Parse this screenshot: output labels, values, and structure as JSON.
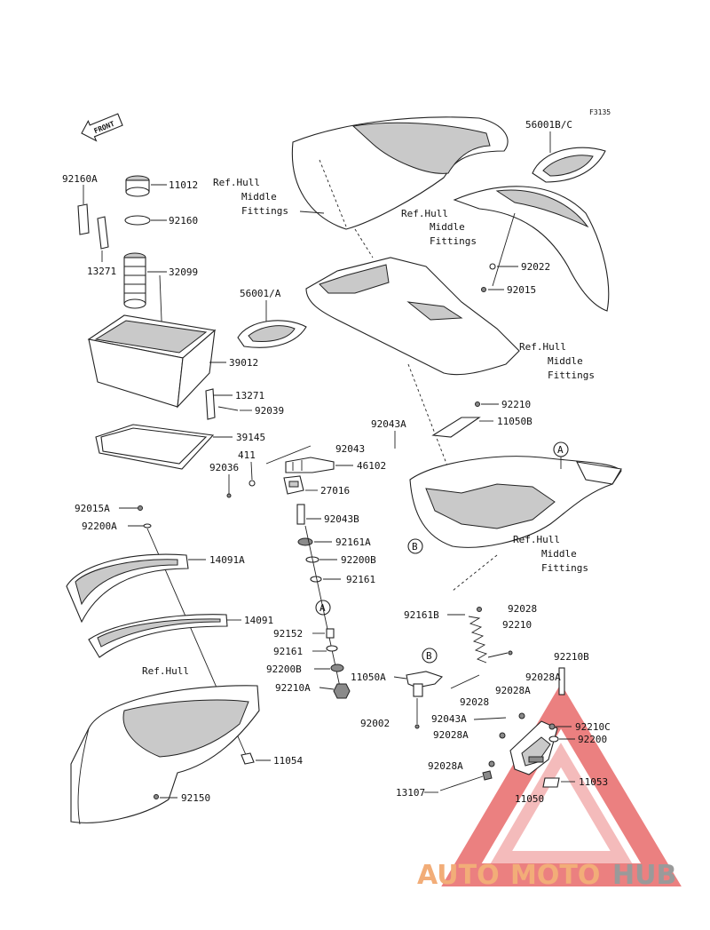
{
  "figure_code": "F3135",
  "front_label": "FRONT",
  "ref_labels": {
    "hull_top_1": "Ref.Hull",
    "hull_top_2": "Middle",
    "hull_top_3": "Fittings",
    "hull_right_1": "Ref.Hull",
    "hull_right_2": "Middle",
    "hull_right_3": "Fittings",
    "hull_mid_1": "Ref.Hull",
    "hull_mid_2": "Middle",
    "hull_mid_3": "Fittings",
    "hull_low_1": "Ref.Hull",
    "hull_low_2": "Middle",
    "hull_low_3": "Fittings",
    "hull_plain": "Ref.Hull"
  },
  "circle_refs": {
    "a": "A",
    "b": "B"
  },
  "parts": {
    "p92160A": "92160A",
    "p11012": "11012",
    "p92160": "92160",
    "p13271a": "13271",
    "p32099": "32099",
    "p56001A": "56001/A",
    "p39012": "39012",
    "p13271b": "13271",
    "p92039": "92039",
    "p39145": "39145",
    "p92043": "92043",
    "p411": "411",
    "p92036": "92036",
    "p46102": "46102",
    "p27016": "27016",
    "p92043B": "92043B",
    "p92161A": "92161A",
    "p92200B_a": "92200B",
    "p92161_a": "92161",
    "p92015A": "92015A",
    "p92200A": "92200A",
    "p14091A": "14091A",
    "p14091": "14091",
    "p92152": "92152",
    "p92161_b": "92161",
    "p92200B_b": "92200B",
    "p92210A": "92210A",
    "p11050A": "11050A",
    "p92002": "92002",
    "p11054": "11054",
    "p92150": "92150",
    "p56001BC": "56001B/C",
    "p92022": "92022",
    "p92015": "92015",
    "p92210_a": "92210",
    "p92043A_a": "92043A",
    "p11050B": "11050B",
    "p92161B": "92161B",
    "p92028_a": "92028",
    "p92210_b": "92210",
    "p92028_b": "92028",
    "p92210B": "92210B",
    "p92028A_a": "92028A",
    "p92028A_b": "92028A",
    "p92043A_b": "92043A",
    "p92210C": "92210C",
    "p92028A_c": "92028A",
    "p92200": "92200",
    "p92028A_d": "92028A",
    "p11053": "11053",
    "p13107": "13107",
    "p11050": "11050"
  },
  "watermark": {
    "part1": "AUTO",
    "part2": "MOTO",
    "part3": "HUB",
    "accent_color": "#f2ad78",
    "gray_color": "#9a9a9a",
    "triangle_color": "#e85a5a"
  }
}
